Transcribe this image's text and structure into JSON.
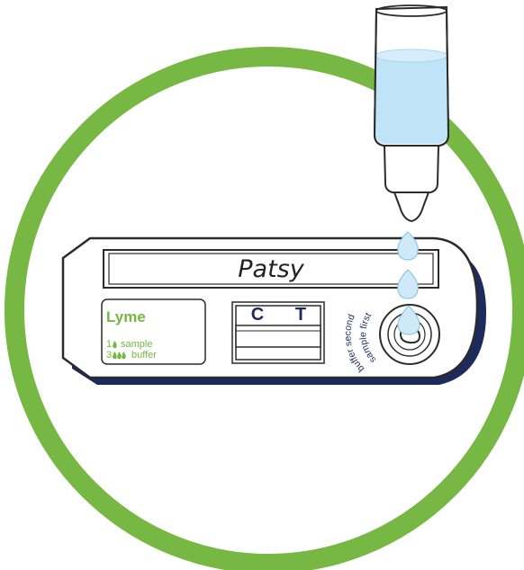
{
  "illustration": {
    "name_label": "Patsy",
    "test_name": "Lyme",
    "instruction_sample": "1",
    "instruction_sample_text": "sample",
    "instruction_buffer": "3",
    "instruction_buffer_text": "buffer",
    "control_label": "C",
    "test_label": "T",
    "well_text_outer": "buffer second",
    "well_text_inner": "sample first"
  },
  "colors": {
    "circle": "#76b843",
    "outline": "#2b2b2b",
    "cassette_shadow": "#1d2a5c",
    "label_text": "#1d2a5c",
    "lyme_green": "#76b843",
    "liquid": "#bfe4f7",
    "drop": "#cfe9f8"
  }
}
